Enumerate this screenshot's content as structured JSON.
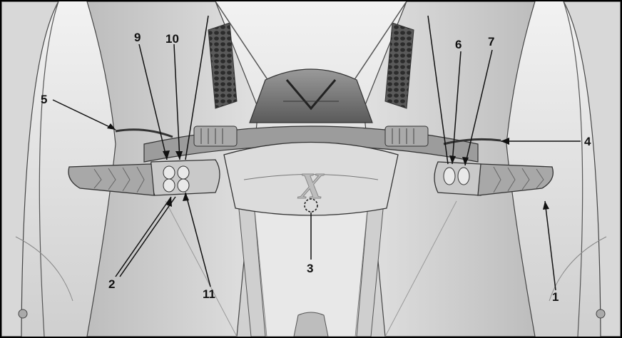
{
  "figure": {
    "callouts": [
      {
        "id": "c1",
        "label": "1"
      },
      {
        "id": "c2",
        "label": "2"
      },
      {
        "id": "c3",
        "label": "3"
      },
      {
        "id": "c4",
        "label": "4"
      },
      {
        "id": "c5",
        "label": "5"
      },
      {
        "id": "c6",
        "label": "6"
      },
      {
        "id": "c7",
        "label": "7"
      },
      {
        "id": "c9",
        "label": "9"
      },
      {
        "id": "c10",
        "label": "10"
      },
      {
        "id": "c11",
        "label": "11"
      }
    ],
    "emblem": "X",
    "colors": {
      "body_light": "#e6e6e6",
      "body_mid": "#c9c9c9",
      "body_dark": "#7c7c7c",
      "outline": "#3a3a3a"
    }
  }
}
